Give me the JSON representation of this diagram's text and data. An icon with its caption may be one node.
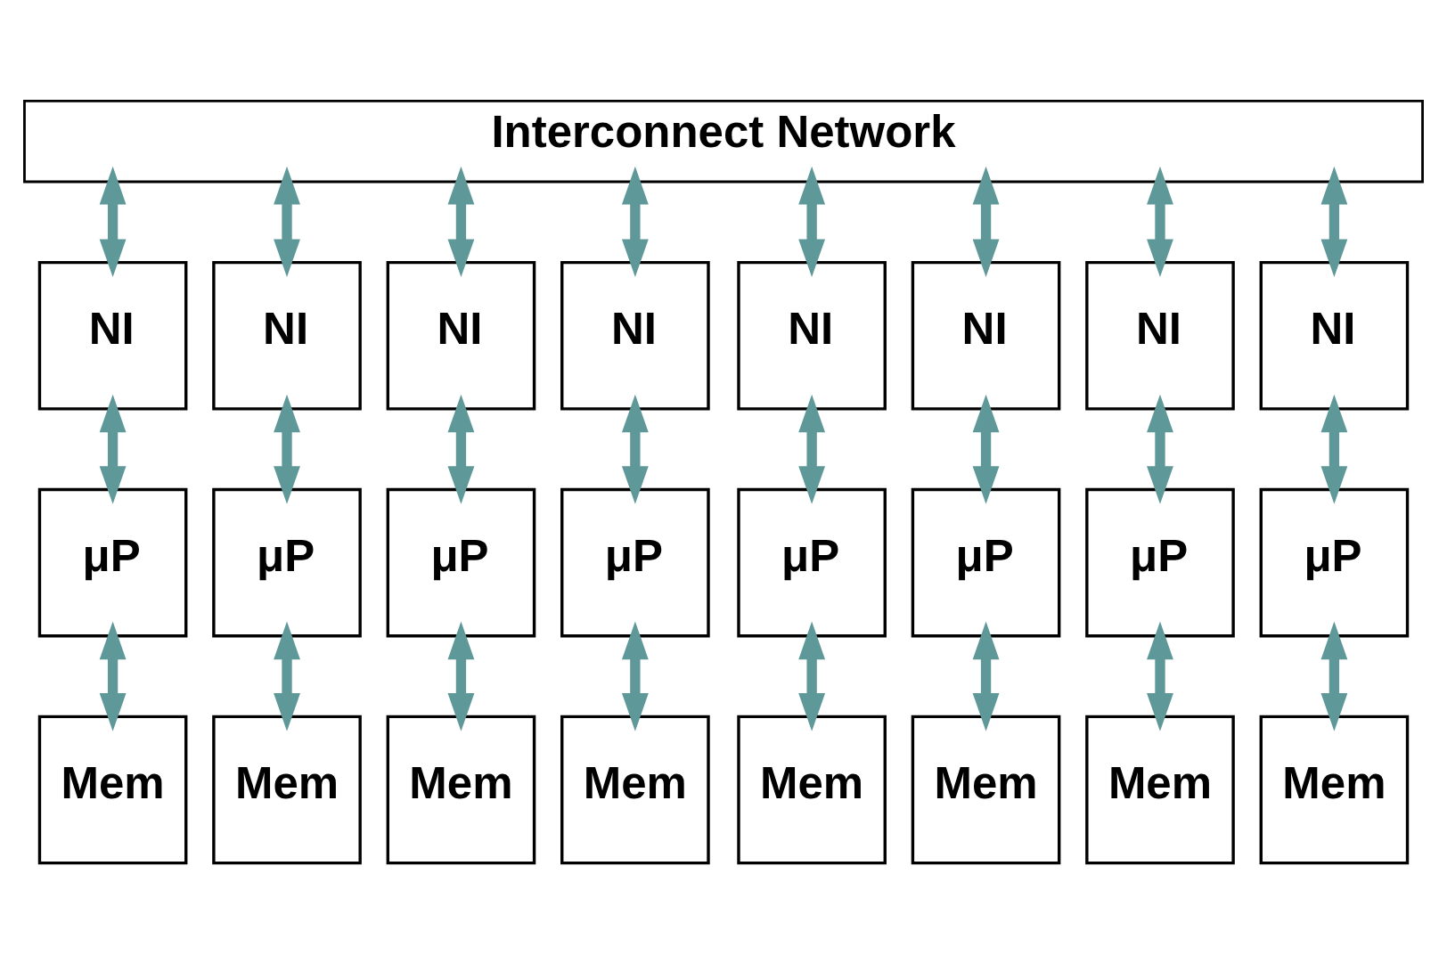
{
  "diagram": {
    "nodes": [
      {
        "text": [
          "Interconnect Network"
        ]
      },
      {
        "text": [
          "NI"
        ]
      },
      {
        "text": [
          "NI"
        ]
      },
      {
        "text": [
          "NI"
        ]
      },
      {
        "text": [
          "NI"
        ]
      },
      {
        "text": [
          "NI"
        ]
      },
      {
        "text": [
          "NI"
        ]
      },
      {
        "text": [
          "NI"
        ]
      },
      {
        "text": [
          "NI"
        ]
      },
      {
        "text": [
          "μP"
        ]
      },
      {
        "text": [
          "μP"
        ]
      },
      {
        "text": [
          "μP"
        ]
      },
      {
        "text": [
          "μP"
        ]
      },
      {
        "text": [
          "μP"
        ]
      },
      {
        "text": [
          "μP"
        ]
      },
      {
        "text": [
          "μP"
        ]
      },
      {
        "text": [
          "μP"
        ]
      },
      {
        "text": [
          "Mem"
        ]
      },
      {
        "text": [
          "Mem"
        ]
      },
      {
        "text": [
          "Mem"
        ]
      },
      {
        "text": [
          "Mem"
        ]
      },
      {
        "text": [
          "Mem"
        ]
      },
      {
        "text": [
          "Mem"
        ]
      },
      {
        "text": [
          "Mem"
        ]
      },
      {
        "text": [
          "Mem"
        ]
      }
    ],
    "edges": [
      {
        "from": 0,
        "to": 1,
        "arrow": "both"
      },
      {
        "from": 0,
        "to": 2,
        "arrow": "both"
      },
      {
        "from": 0,
        "to": 3,
        "arrow": "both"
      },
      {
        "from": 0,
        "to": 4,
        "arrow": "both"
      },
      {
        "from": 0,
        "to": 5,
        "arrow": "both"
      },
      {
        "from": 0,
        "to": 6,
        "arrow": "both"
      },
      {
        "from": 0,
        "to": 7,
        "arrow": "both"
      },
      {
        "from": 0,
        "to": 8,
        "arrow": "both"
      },
      {
        "from": 1,
        "to": 9,
        "arrow": "both"
      },
      {
        "from": 2,
        "to": 10,
        "arrow": "both"
      },
      {
        "from": 3,
        "to": 11,
        "arrow": "both"
      },
      {
        "from": 4,
        "to": 12,
        "arrow": "both"
      },
      {
        "from": 5,
        "to": 13,
        "arrow": "both"
      },
      {
        "from": 6,
        "to": 14,
        "arrow": "both"
      },
      {
        "from": 7,
        "to": 15,
        "arrow": "both"
      },
      {
        "from": 8,
        "to": 16,
        "arrow": "both"
      },
      {
        "from": 9,
        "to": 17,
        "arrow": "both"
      },
      {
        "from": 10,
        "to": 18,
        "arrow": "both"
      },
      {
        "from": 11,
        "to": 19,
        "arrow": "both"
      },
      {
        "from": 12,
        "to": 20,
        "arrow": "both"
      },
      {
        "from": 13,
        "to": 21,
        "arrow": "both"
      },
      {
        "from": 14,
        "to": 22,
        "arrow": "both"
      },
      {
        "from": 15,
        "to": 23,
        "arrow": "both"
      },
      {
        "from": 16,
        "to": 24,
        "arrow": "both"
      }
    ]
  }
}
